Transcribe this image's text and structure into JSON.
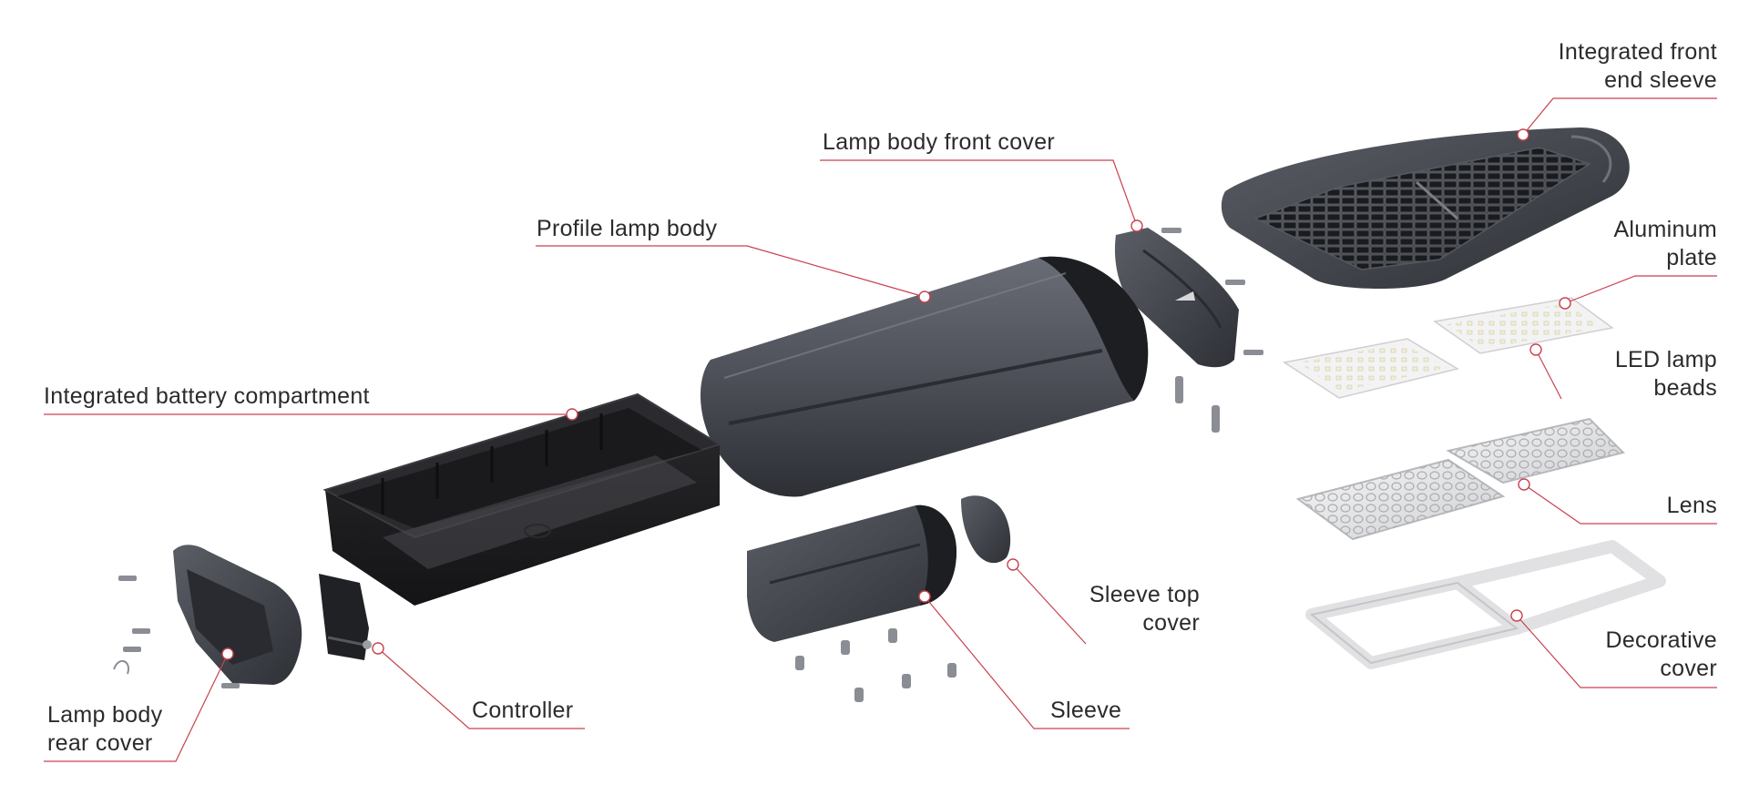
{
  "colors": {
    "leader": "#c9414f",
    "marker": "#c9414f",
    "dark_part": "#3f4148",
    "black_part": "#1f1f21",
    "light_part": "#eeeeee"
  },
  "labels": [
    {
      "id": "integrated-front-end-sleeve",
      "lines": [
        "Integrated front",
        "end sleeve"
      ]
    },
    {
      "id": "lamp-body-front-cover",
      "lines": [
        "Lamp body front cover"
      ]
    },
    {
      "id": "profile-lamp-body",
      "lines": [
        "Profile lamp body"
      ]
    },
    {
      "id": "aluminum-plate",
      "lines": [
        "Aluminum",
        "plate"
      ]
    },
    {
      "id": "led-lamp-beads",
      "lines": [
        "LED lamp",
        "beads"
      ]
    },
    {
      "id": "integrated-battery-compartment",
      "lines": [
        "Integrated battery compartment"
      ]
    },
    {
      "id": "lens",
      "lines": [
        "Lens"
      ]
    },
    {
      "id": "sleeve-top-cover",
      "lines": [
        "Sleeve top",
        "cover"
      ]
    },
    {
      "id": "decorative-cover",
      "lines": [
        "Decorative",
        "cover"
      ]
    },
    {
      "id": "controller",
      "lines": [
        "Controller"
      ]
    },
    {
      "id": "sleeve",
      "lines": [
        "Sleeve"
      ]
    },
    {
      "id": "lamp-body-rear-cover",
      "lines": [
        "Lamp body",
        "rear cover"
      ]
    }
  ]
}
